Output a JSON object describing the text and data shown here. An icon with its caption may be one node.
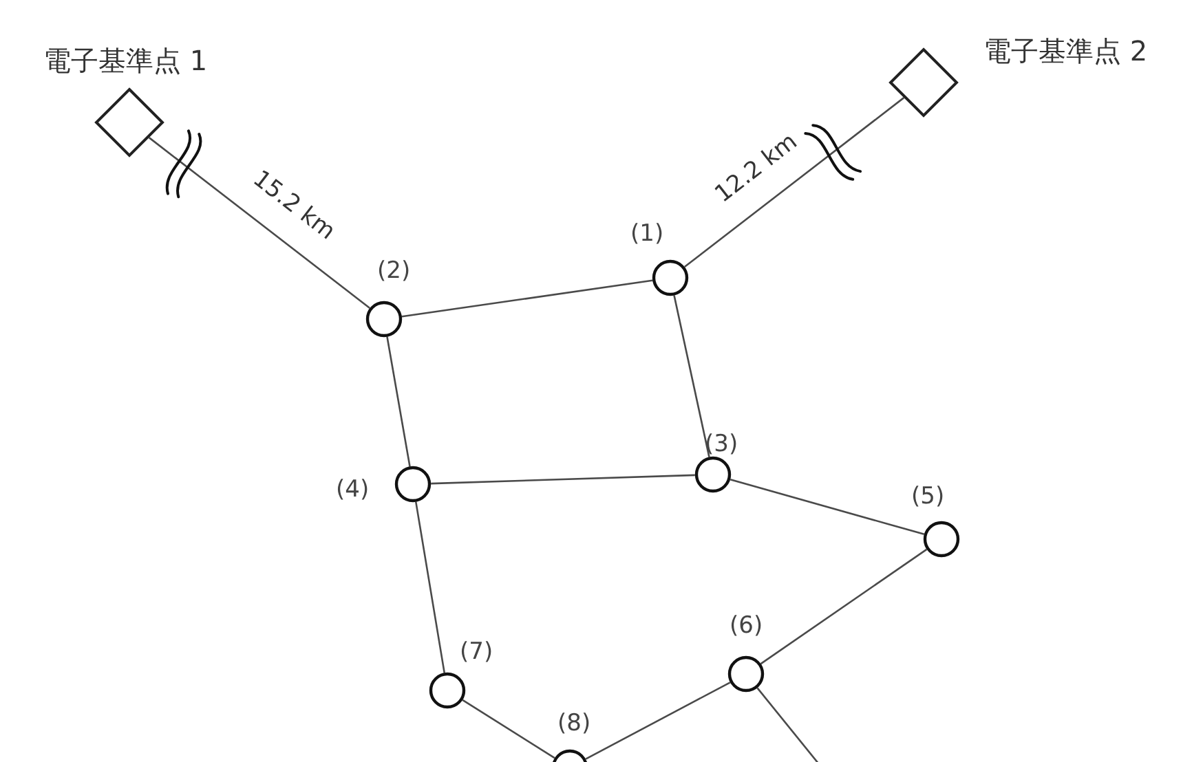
{
  "diagram": {
    "nodes": [
      {
        "text": [
          "電子基準点 1"
        ]
      },
      {
        "text": [
          "電子基準点 2"
        ]
      },
      {
        "text": [
          "(1)"
        ]
      },
      {
        "text": [
          "(2)"
        ]
      },
      {
        "text": [
          "(3)"
        ]
      },
      {
        "text": [
          "(4)"
        ]
      },
      {
        "text": [
          "(5)"
        ]
      },
      {
        "text": [
          "(6)"
        ]
      },
      {
        "text": [
          "(7)"
        ]
      },
      {
        "text": [
          "(8)"
        ]
      }
    ],
    "edges": [
      {
        "from": 0,
        "to": 3,
        "arrow": "none",
        "label": "15.2 km"
      },
      {
        "from": 1,
        "to": 2,
        "arrow": "none",
        "label": "12.2 km"
      },
      {
        "from": 3,
        "to": 2,
        "arrow": "none"
      },
      {
        "from": 2,
        "to": 4,
        "arrow": "none"
      },
      {
        "from": 3,
        "to": 5,
        "arrow": "none"
      },
      {
        "from": 5,
        "to": 4,
        "arrow": "none"
      },
      {
        "from": 4,
        "to": 6,
        "arrow": "none"
      },
      {
        "from": 6,
        "to": 7,
        "arrow": "none"
      },
      {
        "from": 5,
        "to": 8,
        "arrow": "none"
      },
      {
        "from": 8,
        "to": 9,
        "arrow": "none"
      },
      {
        "from": 9,
        "to": 7,
        "arrow": "none"
      },
      {
        "from": 7,
        "to": null,
        "arrow": "none"
      }
    ]
  }
}
